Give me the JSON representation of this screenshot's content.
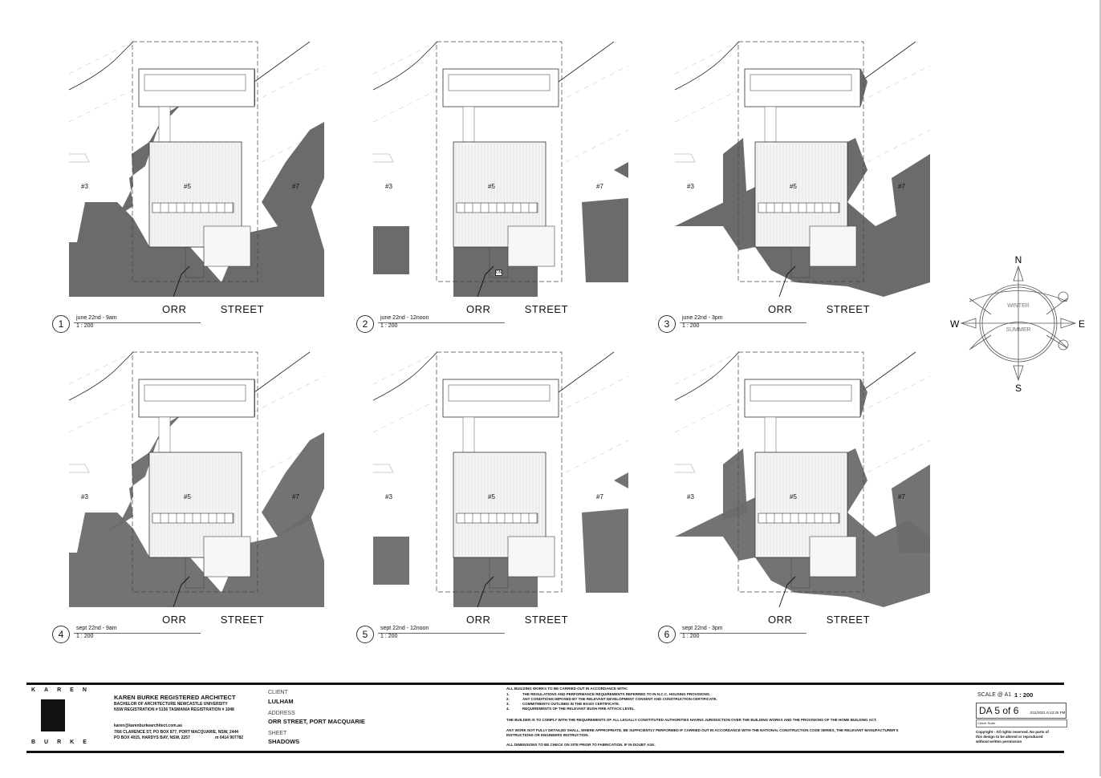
{
  "panels": [
    {
      "number": "1",
      "caption": "june 22nd - 9am",
      "scale": "1 : 200",
      "street": "ORR   STREET",
      "time": "9am",
      "season": "june"
    },
    {
      "number": "2",
      "caption": "june 22nd - 12noon",
      "scale": "1 : 200",
      "street": "ORR   STREET",
      "time": "noon",
      "season": "june"
    },
    {
      "number": "3",
      "caption": "june 22nd - 3pm",
      "scale": "1 : 200",
      "street": "ORR   STREET",
      "time": "3pm",
      "season": "june"
    },
    {
      "number": "4",
      "caption": "sept 22nd - 9am",
      "scale": "1 : 200",
      "street": "ORR   STREET",
      "time": "9am",
      "season": "sept"
    },
    {
      "number": "5",
      "caption": "sept 22nd - 12noon",
      "scale": "1 : 200",
      "street": "ORR   STREET",
      "time": "noon",
      "season": "sept"
    },
    {
      "number": "6",
      "caption": "sept 22nd - 3pm",
      "scale": "1 : 200",
      "street": "ORR   STREET",
      "time": "3pm",
      "season": "sept"
    }
  ],
  "lots": {
    "left": "#3",
    "center": "#5",
    "right": "#7"
  },
  "dn_label": "DN",
  "compass": {
    "n": "N",
    "s": "S",
    "e": "E",
    "w": "W",
    "winter": "WINTER",
    "summer": "SUMMER"
  },
  "title_block": {
    "logo_top": "KAREN",
    "logo_bottom": "BURKE",
    "architect": "KAREN BURKE   REGISTERED ARCHITECT",
    "qual": "BACHELOR OF ARCHITECTURE    NEWCASTLE UNIVERSITY",
    "reg": "NSW REGISTRATION # 5156  TASMANIA REGISTRATION # 1048",
    "email": "karen@karenburkearchitect.com.au",
    "addr1": "7/66 CLARENCE ST,  PO BOX 877, PORT MACQUARIE, NSW, 2444",
    "addr2": "PO BOX 4015, HARDYS BAY, NSW, 2257",
    "mobile": "m 0414 907782",
    "client_label": "CLIENT",
    "client": "LULHAM",
    "address_label": "ADDRESS",
    "address": "ORR STREET, PORT MACQUARIE",
    "sheet_label": "SHEET",
    "sheet": "SHADOWS",
    "notes_head": "ALL BUILDING WORKS TO BE CARRIED OUT IN ACCORDANCE WITH:",
    "notes": [
      {
        "n": "1.",
        "t": "THE REGULATIONS AND PERFORMANCE REQUIREMENTS REFERRED TO IN N.C.C. HOUSING PROVISIONS."
      },
      {
        "n": "2.",
        "t": "ANY CONDITIONS IMPOSED BY THE RELEVANT DEVELOPMENT CONSENT AND CONSTRUCTION CERTIFICATE."
      },
      {
        "n": "3.",
        "t": "COMMITMENTS OUTLINED IN THE BASIX CERTIFICATE."
      },
      {
        "n": "4.",
        "t": "REQUIREMENTS OF THE RELEVANT BUSH FIRE ATTACK LEVEL"
      }
    ],
    "builder": "THE BUILDER IS TO COMPLY WITH THE REQUIREMENTS OF ALL LEGALLY CONSTITUTED AUTHORITIES HAVING JURISDICTION OVER THE BUILDING WORKS AND THE PROVISIONS OF THE HOME BUILDING ACT.",
    "any_work_1": "ANY WORK NOT FULLY DETAILED SHALL, WHERE APPROPRIATE, BE SUFFICIENTLY PERFORMED  IF CARRIED OUT IN ACCORDANCE WITH THE NATIONAL CONSTRUCTION CODE SERIES, THE RELEVANT MANUFACTURER'S",
    "any_work_2": "INSTRUCTIONS OR ENGINEERS INSTRUCTION.",
    "dims": "ALL DIMENSIONS TO BE CHECK ON SITE PRIOR TO FABRICATION. IF IN DOUBT ASK.",
    "scale_label": "SCALE @ A1",
    "scale": "1 : 200",
    "sheet_no": "DA 5 of 6",
    "date": "2/11/2021 6:43:25 PM",
    "check_scale": "Check Scale",
    "copyright_1": "Copyright - All rights reserved. No parts of",
    "copyright_2": "this design to be altered or reproduced",
    "copyright_3": "without written permission"
  }
}
